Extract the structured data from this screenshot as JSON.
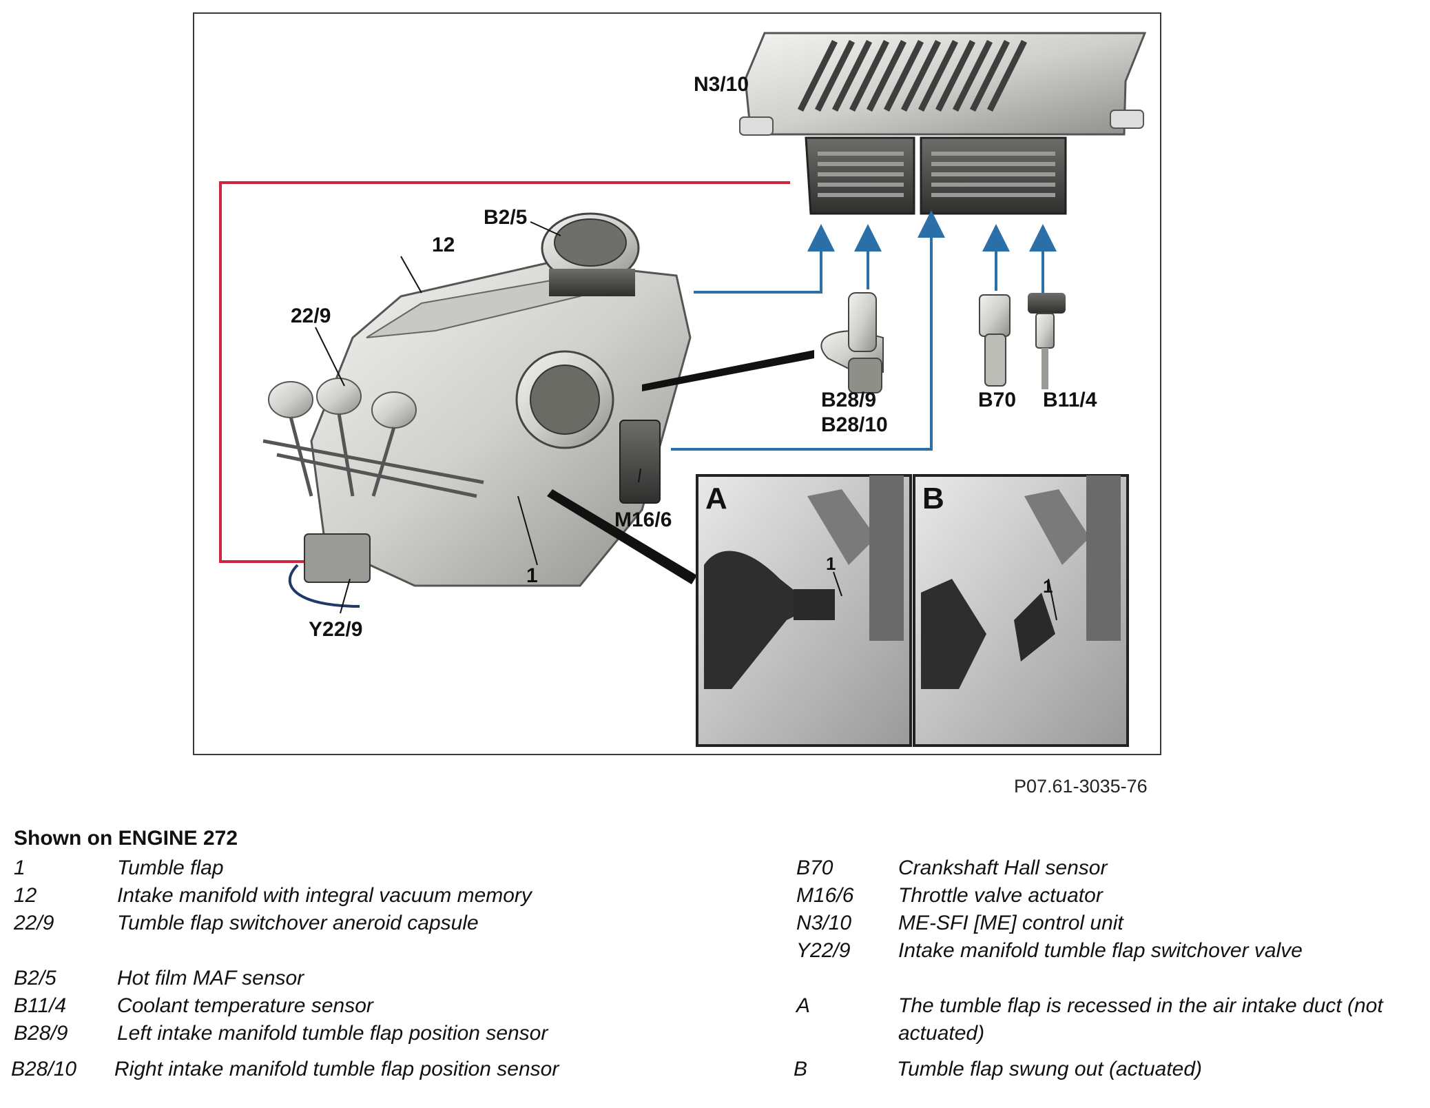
{
  "figure": {
    "code": "P07.61-3035-76",
    "labels": {
      "n3_10": "N3/10",
      "b2_5": "B2/5",
      "twelve": "12",
      "twentytwo_9": "22/9",
      "b28_9": "B28/9",
      "b28_10": "B28/10",
      "b70": "B70",
      "b11_4": "B11/4",
      "m16_6": "M16/6",
      "one": "1",
      "y22_9": "Y22/9"
    },
    "inset_a": {
      "letter": "A",
      "callout": "1"
    },
    "inset_b": {
      "letter": "B",
      "callout": "1"
    },
    "colors": {
      "vacuum_line": "#d2233c",
      "signal_line": "#2a6fa8"
    }
  },
  "legend": {
    "title": "Shown on ENGINE 272",
    "left": [
      {
        "code": "1",
        "desc": "Tumble flap"
      },
      {
        "code": "12",
        "desc": "Intake manifold with integral vacuum memory"
      },
      {
        "code": "22/9",
        "desc": "Tumble flap switchover aneroid capsule"
      },
      {
        "code": "B2/5",
        "desc": "Hot film MAF sensor"
      },
      {
        "code": "B11/4",
        "desc": "Coolant temperature sensor"
      },
      {
        "code": "B28/9",
        "desc": "Left intake manifold tumble flap position sensor"
      },
      {
        "code": "B28/10",
        "desc": "Right intake manifold tumble flap position sensor"
      }
    ],
    "right": [
      {
        "code": "B70",
        "desc": "Crankshaft Hall sensor"
      },
      {
        "code": "M16/6",
        "desc": "Throttle valve actuator"
      },
      {
        "code": "N3/10",
        "desc": "ME-SFI [ME] control unit"
      },
      {
        "code": "Y22/9",
        "desc": "Intake manifold tumble flap switchover valve"
      },
      {
        "code": "A",
        "desc": "The tumble flap is recessed in the air intake duct (not",
        "desc2": "actuated)"
      },
      {
        "code": "B",
        "desc": "Tumble flap swung out (actuated)"
      }
    ]
  }
}
